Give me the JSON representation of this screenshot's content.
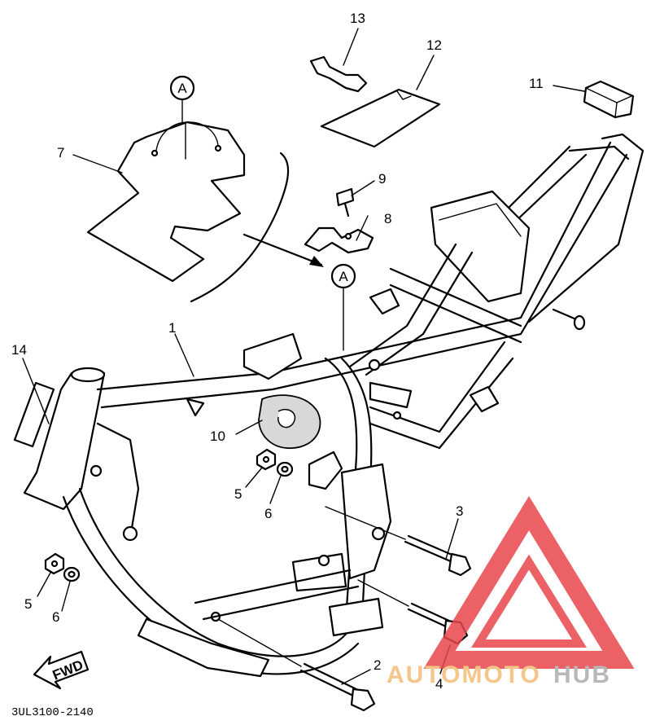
{
  "diagram_code": "3UL3100-2140",
  "direction_label": "FWD",
  "detail_marker": "A",
  "callouts": [
    "1",
    "2",
    "3",
    "4",
    "5",
    "6",
    "7",
    "8",
    "9",
    "10",
    "11",
    "12",
    "13",
    "14"
  ],
  "watermark": {
    "text_primary": "AUTOMOTO",
    "text_secondary": "HUB",
    "color_primary": "#f5c58a",
    "color_secondary": "#b8b8b8",
    "logo_color": "#e8464b"
  }
}
